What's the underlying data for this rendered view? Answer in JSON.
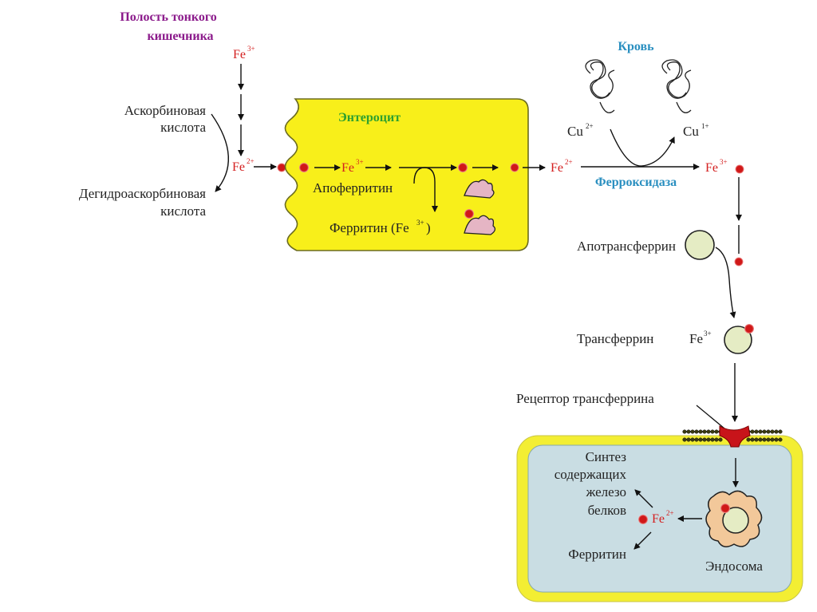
{
  "lumen": {
    "title_line1": "Полость тонкого",
    "title_line2": "кишечника",
    "fe3": "Fe",
    "fe3_charge": "3+",
    "fe2": "Fe",
    "fe2_charge": "2+",
    "ascorbic_line1": "Аскорбиновая",
    "ascorbic_line2": "кислота",
    "dehydro_line1": "Дегидроаскорбиновая",
    "dehydro_line2": "кислота"
  },
  "enterocyte": {
    "title": "Энтероцит",
    "fe": "Fe",
    "fe_charge": "3+",
    "apoferritin": "Апоферритин",
    "ferritin": "Ферритин (Fe",
    "ferritin_charge": "3+",
    "ferritin_close": ")"
  },
  "blood": {
    "title": "Кровь",
    "cu2": "Cu",
    "cu2_charge": "2+",
    "cu1": "Cu",
    "cu1_charge": "1+",
    "fe2": "Fe",
    "fe2_charge": "2+",
    "fe3": "Fe",
    "fe3_charge": "3+",
    "ferroxidase": "Ферроксидаза",
    "apotransferrin": "Апотрансферрин",
    "transferrin": "Трансферрин",
    "transferrin_fe": "Fe",
    "transferrin_fe_charge": "3+",
    "receptor": "Рецептор трансферрина"
  },
  "target_cell": {
    "synth_line1": "Синтез",
    "synth_line2": "содержащих",
    "synth_line3": "железо",
    "synth_line4": "белков",
    "fe": "Fe",
    "fe_charge": "2+",
    "ferritin": "Ферритин",
    "endosome": "Эндосома"
  },
  "colors": {
    "iron": "#d42020",
    "enterocyte_fill": "#f8ef1a",
    "cell_border": "#f3ee33",
    "cell_fill": "#c9dde3",
    "protein_fill": "#e8d9b0",
    "endosome_fill": "#f2c89a"
  }
}
